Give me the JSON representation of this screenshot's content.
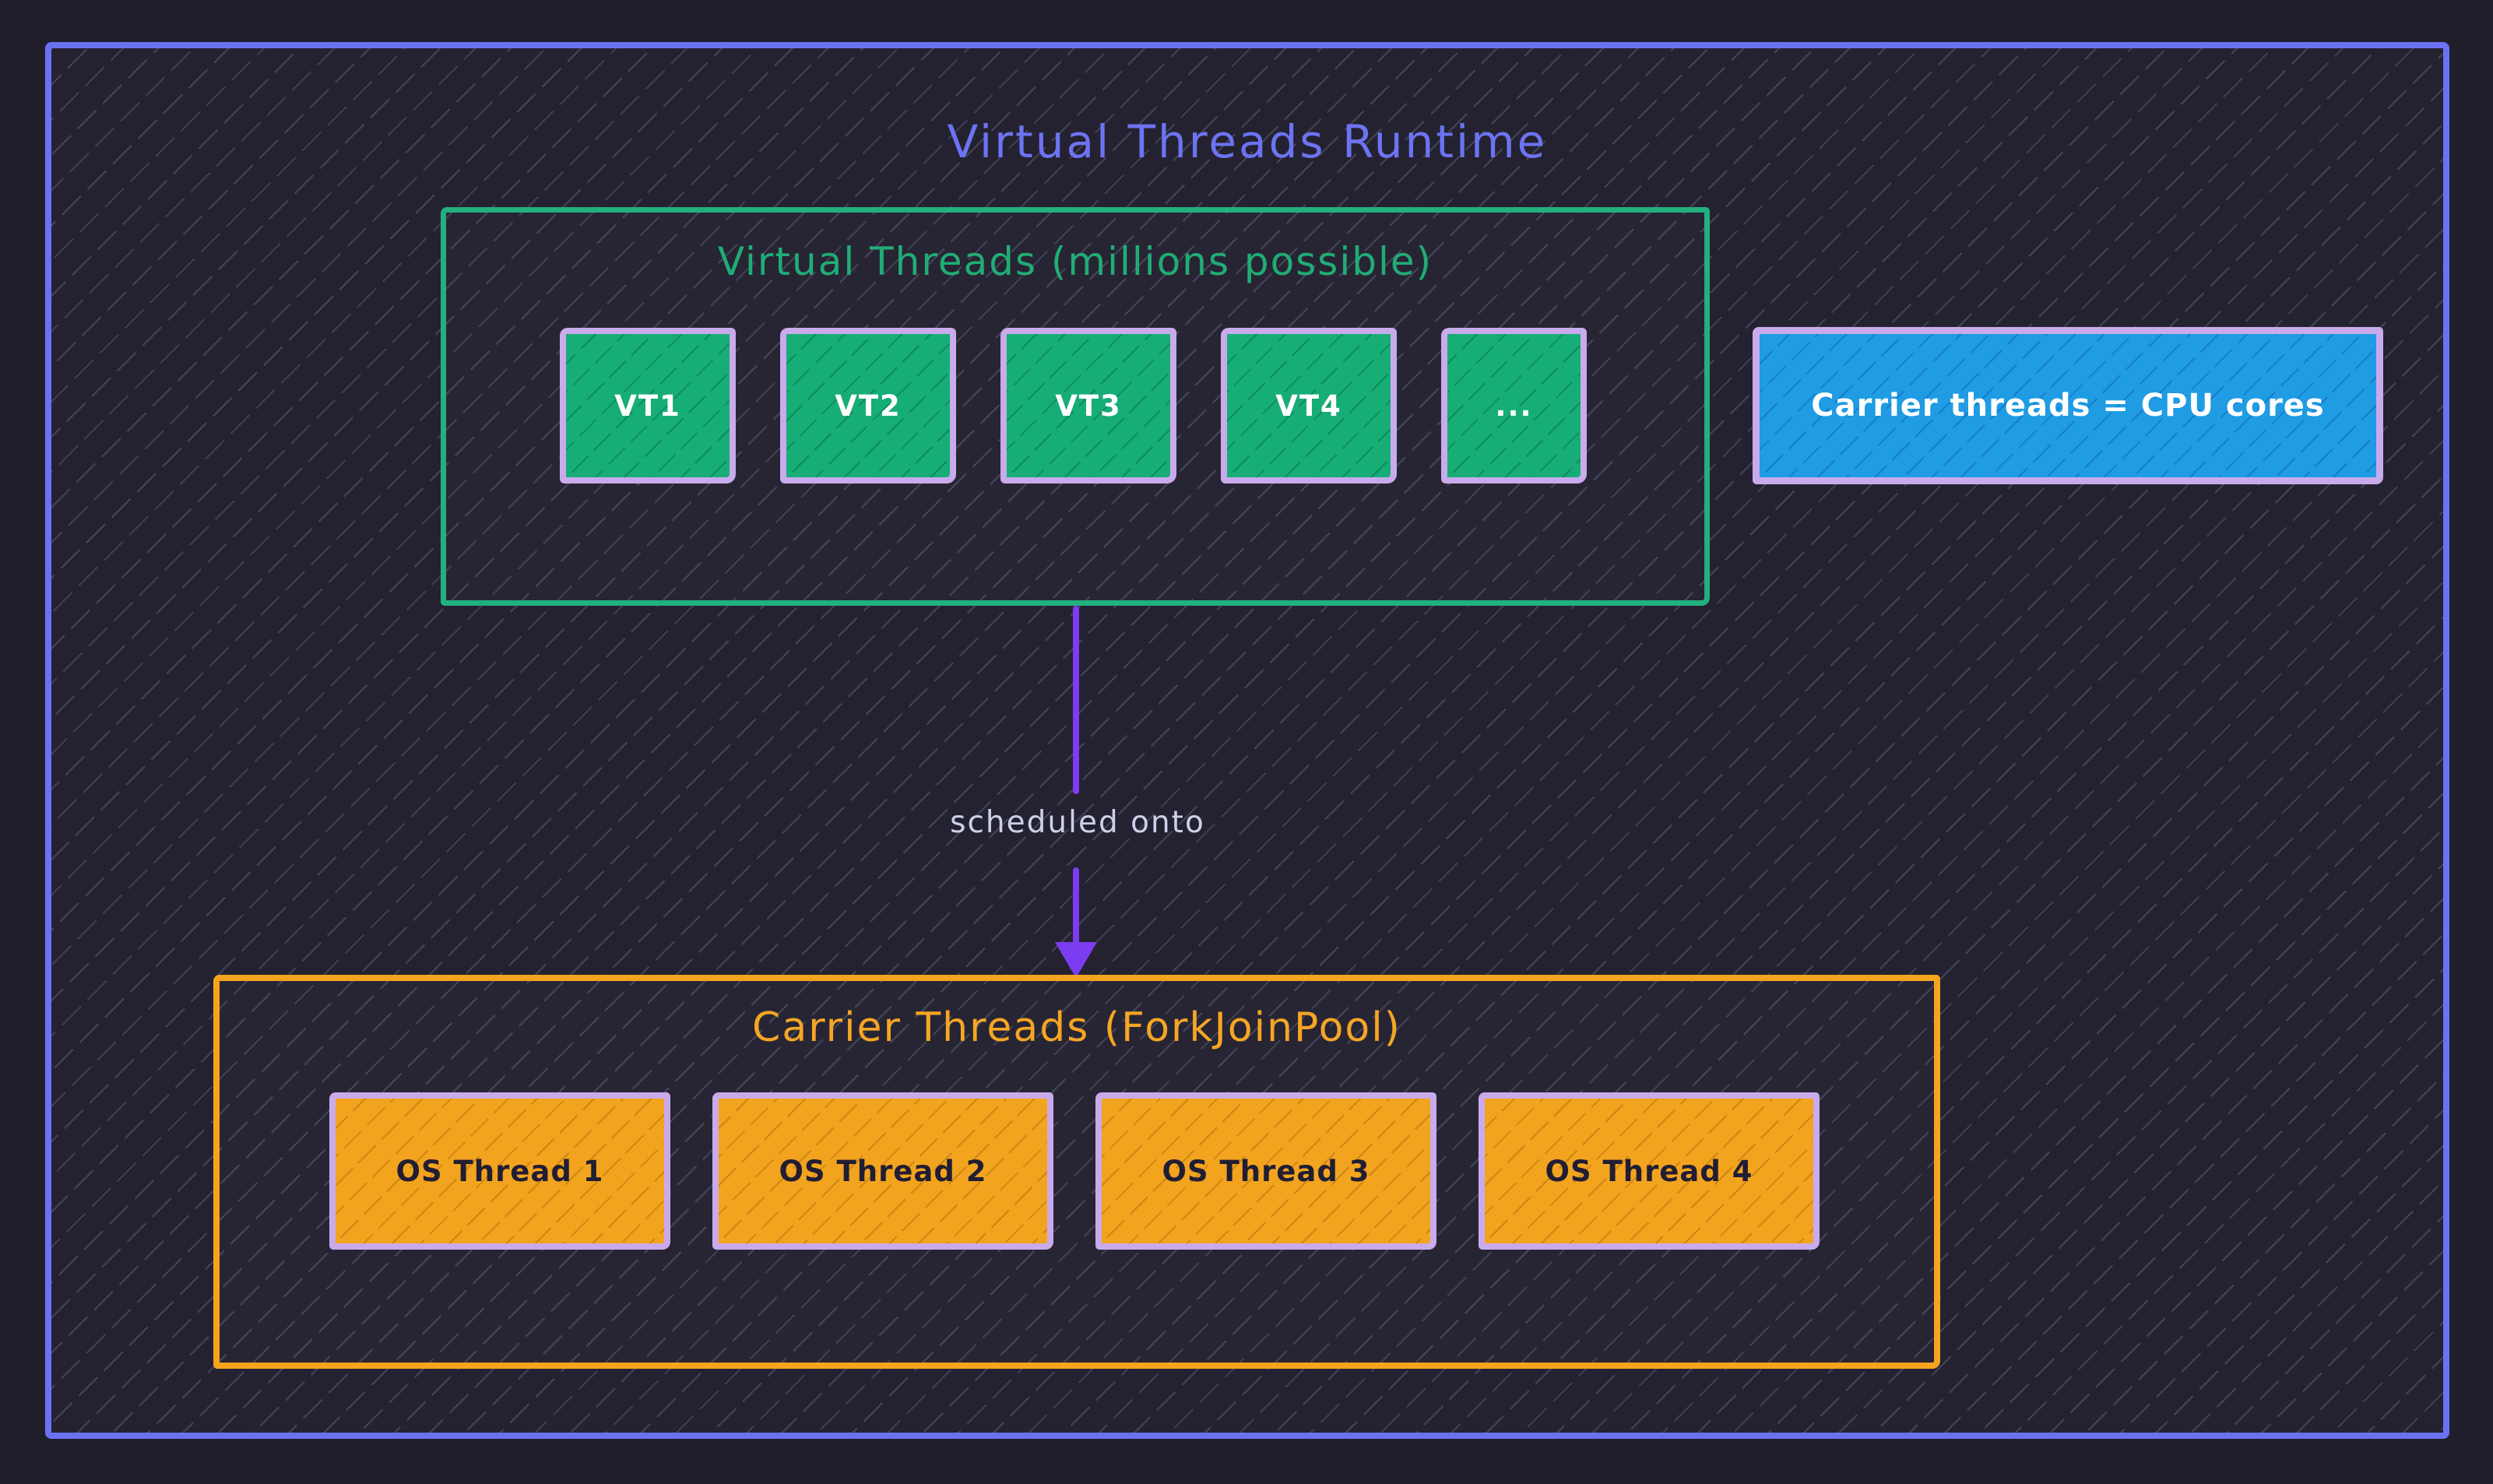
{
  "diagram": {
    "title": "Virtual Threads Runtime",
    "vt_group": {
      "title": "Virtual Threads (millions possible)",
      "threads": [
        "VT1",
        "VT2",
        "VT3",
        "VT4",
        "..."
      ]
    },
    "note": "Carrier threads = CPU cores",
    "arrow_label": "scheduled onto",
    "os_group": {
      "title": "Carrier Threads (ForkJoinPool)",
      "threads": [
        "OS Thread 1",
        "OS Thread 2",
        "OS Thread 3",
        "OS Thread 4"
      ]
    },
    "colors": {
      "frame_border": "#6b72f2",
      "main_title": "#6d73f2",
      "green_border": "#21b07e",
      "green_fill": "#17ad77",
      "lavender_border": "#c9abec",
      "blue_fill": "#1f9ce3",
      "orange": "#f5a41d",
      "arrow_purple": "#7c3cf0",
      "canvas_bg": "#242231",
      "page_bg": "#211e2c",
      "arrow_label_text": "#ccd1ea"
    }
  }
}
